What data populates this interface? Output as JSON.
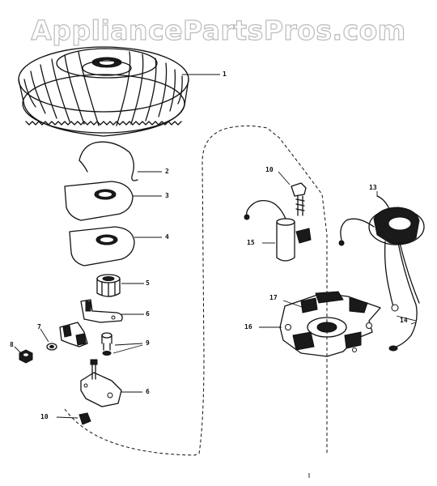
{
  "watermark": "AppliancePartsPros.com",
  "callouts": [
    {
      "id": "c1",
      "text": "1"
    },
    {
      "id": "c2",
      "text": "2"
    },
    {
      "id": "c3",
      "text": "3"
    },
    {
      "id": "c4",
      "text": "4"
    },
    {
      "id": "c5",
      "text": "5"
    },
    {
      "id": "c6a",
      "text": "6"
    },
    {
      "id": "c6b",
      "text": "6"
    },
    {
      "id": "c7",
      "text": "7"
    },
    {
      "id": "c8",
      "text": "8"
    },
    {
      "id": "c9",
      "text": "9"
    },
    {
      "id": "c10a",
      "text": "10"
    },
    {
      "id": "c10b",
      "text": "10"
    },
    {
      "id": "c13",
      "text": "13"
    },
    {
      "id": "c14",
      "text": "14"
    },
    {
      "id": "c15",
      "text": "15"
    },
    {
      "id": "c16",
      "text": "16"
    },
    {
      "id": "c17",
      "text": "17"
    }
  ]
}
